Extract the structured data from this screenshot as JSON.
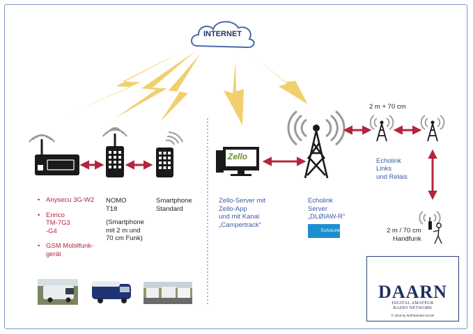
{
  "cloud": {
    "label": "INTERNET"
  },
  "devices": {
    "radio_unit": {
      "bullets": [
        "Anysecu 3G-W2",
        "Enrico\nTM-7G3\n-G4",
        "GSM Mobilfunk-\ngerät"
      ]
    },
    "nomo": {
      "label": "NOMO\nT18",
      "note": "(Smartphone\nmit 2 m und\n70 cm Funk)"
    },
    "smartphone": {
      "label": "Smartphone\nStandard"
    },
    "zello": {
      "logo": "Zello",
      "label": "Zello-Server mit\nZello-App\nund mit Kanal\n„Campertrack“"
    },
    "echolink_server": {
      "label": "Echolink\nServer\n„DLØIAW-R“",
      "badge": "EchoLink"
    },
    "relays": {
      "band_label": "2 m + 70 cm",
      "label": "Echolink\nLinks\nund Relais"
    },
    "handheld": {
      "label": "2 m / 70 cm\nHandfunk"
    }
  },
  "logo": {
    "word": "DAARN",
    "subtitle": "DIGITAL AMATEUR\nRADIO NETWORK",
    "copyright": "© 2019 by Rolf Behnke DK4XI"
  },
  "colors": {
    "frame": "#7f97c7",
    "lightning": "#f2cf6e",
    "arrow": "#b4243c",
    "red_text": "#b4243c",
    "blue_text": "#3d5aa8",
    "device": "#1a1a1a"
  }
}
